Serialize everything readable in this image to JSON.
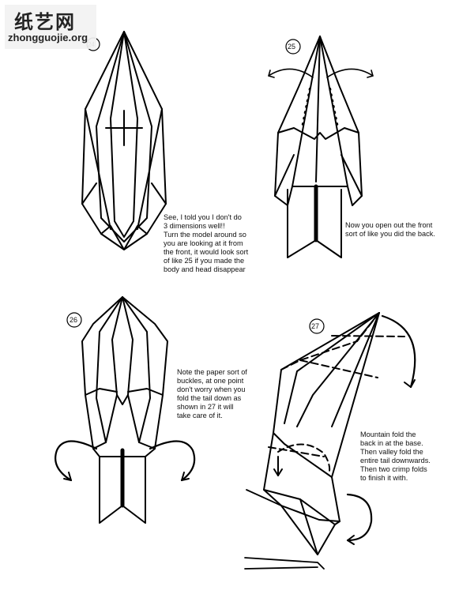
{
  "watermark": {
    "chinese": "纸艺网",
    "url": "zhongguojie.org"
  },
  "steps": [
    {
      "number": "24",
      "caption": "See, I told you I don't do\n3 dimensions well!!\nTurn the model around so\nyou are looking at it from\nthe front, it would look sort\nof like 25 if you made the\nbody and head disappear"
    },
    {
      "number": "25",
      "caption": "Now you open out the front\nsort of like you did the back."
    },
    {
      "number": "26",
      "caption": "Note the paper sort of\nbuckles, at one point\ndon't worry when you\nfold the tail down as\nshown in 27 it will\ntake care of it."
    },
    {
      "number": "27",
      "caption": "Mountain fold the\nback in at the base.\nThen valley fold the\nentire tail downwards.\nThen two crimp folds\nto finish it with."
    }
  ]
}
